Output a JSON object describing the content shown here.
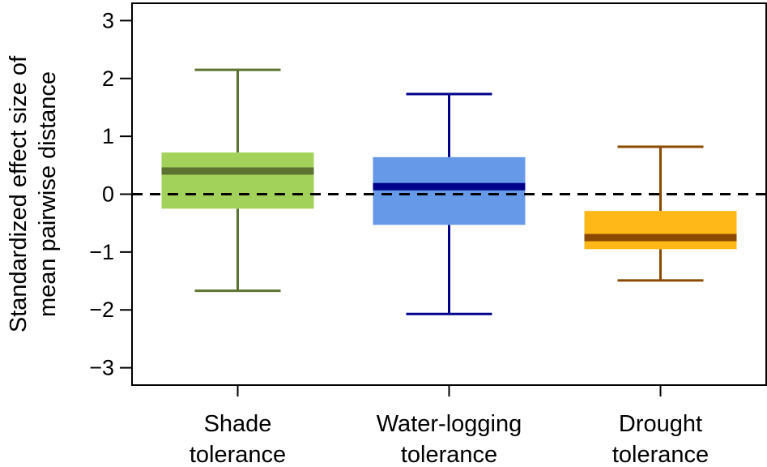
{
  "chart_data": {
    "type": "boxplot",
    "ylabel_lines": [
      "Standardized effect size of",
      "mean pairwise distance"
    ],
    "ylim": [
      -3.3,
      3.3
    ],
    "yticks": [
      3,
      2,
      1,
      0,
      -1,
      -2,
      -3
    ],
    "ytick_labels": [
      "3",
      "2",
      "1",
      "0",
      "−1",
      "−2",
      "−3"
    ],
    "reference_line": {
      "y": 0,
      "style": "dashed",
      "color": "#000000"
    },
    "grid": false,
    "categories": [
      {
        "label_lines": [
          "Shade",
          "tolerance"
        ]
      },
      {
        "label_lines": [
          "Water-logging",
          "tolerance"
        ]
      },
      {
        "label_lines": [
          "Drought",
          "tolerance"
        ]
      }
    ],
    "boxes": [
      {
        "whisker_low": -1.67,
        "q1": -0.25,
        "median": 0.4,
        "q3": 0.72,
        "whisker_high": 2.15,
        "box_color": "#a3d25a",
        "median_color": "#5b7230",
        "whisker_color": "#5b7230"
      },
      {
        "whisker_low": -2.07,
        "q1": -0.53,
        "median": 0.13,
        "q3": 0.64,
        "whisker_high": 1.73,
        "box_color": "#6699e8",
        "median_color": "#00008b",
        "whisker_color": "#00008b"
      },
      {
        "whisker_low": -1.49,
        "q1": -0.95,
        "median": -0.75,
        "q3": -0.29,
        "whisker_high": 0.82,
        "box_color": "#ffb817",
        "median_color": "#8b4a00",
        "whisker_color": "#8b4a00"
      }
    ]
  }
}
